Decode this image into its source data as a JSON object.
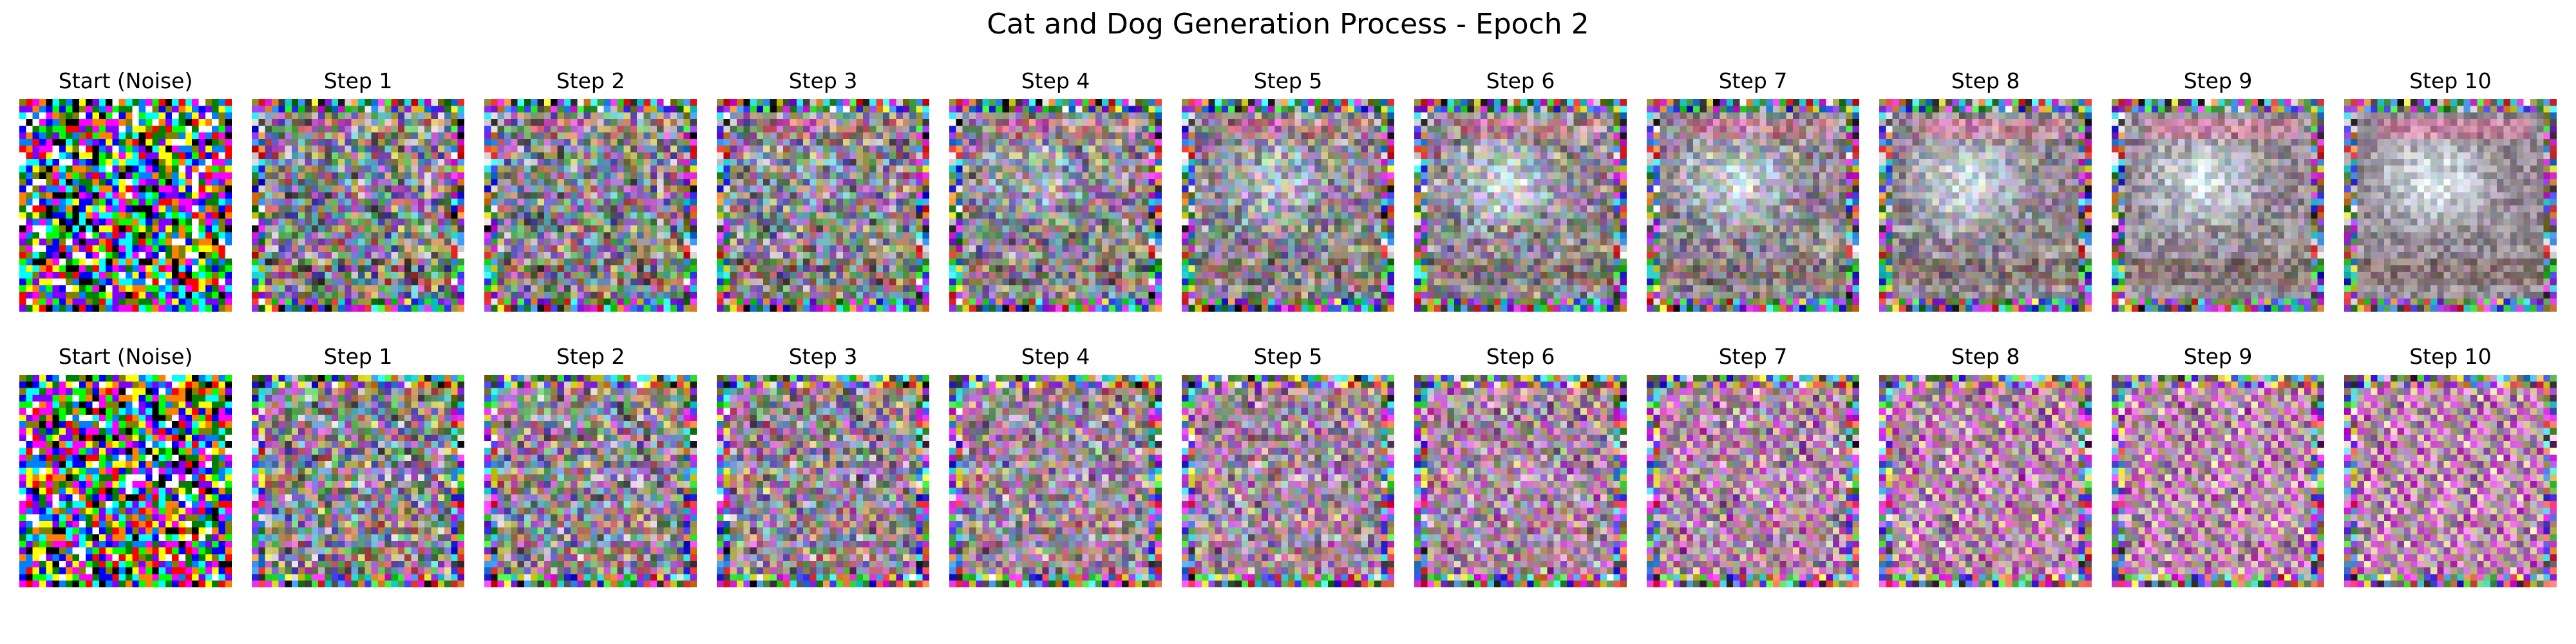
{
  "figure": {
    "title": "Cat and Dog Generation Process - Epoch 2"
  },
  "rows": [
    {
      "panels": [
        {
          "title": "Start (Noise)"
        },
        {
          "title": "Step 1"
        },
        {
          "title": "Step 2"
        },
        {
          "title": "Step 3"
        },
        {
          "title": "Step 4"
        },
        {
          "title": "Step 5"
        },
        {
          "title": "Step 6"
        },
        {
          "title": "Step 7"
        },
        {
          "title": "Step 8"
        },
        {
          "title": "Step 9"
        },
        {
          "title": "Step 10"
        }
      ]
    },
    {
      "panels": [
        {
          "title": "Start (Noise)"
        },
        {
          "title": "Step 1"
        },
        {
          "title": "Step 2"
        },
        {
          "title": "Step 3"
        },
        {
          "title": "Step 4"
        },
        {
          "title": "Step 5"
        },
        {
          "title": "Step 6"
        },
        {
          "title": "Step 7"
        },
        {
          "title": "Step 8"
        },
        {
          "title": "Step 9"
        },
        {
          "title": "Step 10"
        }
      ]
    }
  ]
}
